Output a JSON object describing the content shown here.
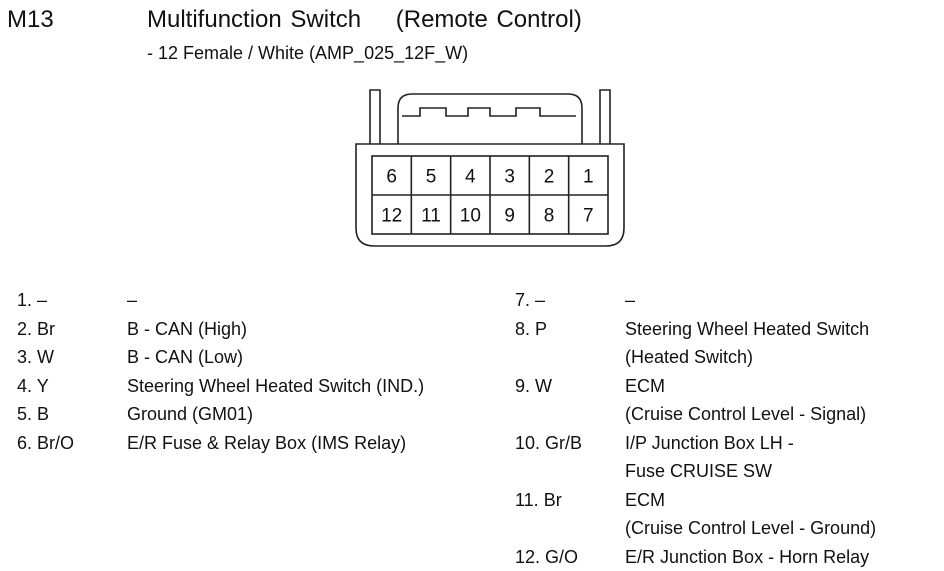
{
  "header": {
    "code": "M13",
    "title": "Multifunction Switch    (Remote Control)",
    "subtitle": "- 12 Female / White (AMP_025_12F_W)"
  },
  "connector": {
    "top_row": [
      "6",
      "5",
      "4",
      "3",
      "2",
      "1"
    ],
    "bottom_row": [
      "12",
      "11",
      "10",
      "9",
      "8",
      "7"
    ]
  },
  "pins_left": [
    {
      "num": "1. –",
      "lines": [
        "–"
      ]
    },
    {
      "num": "2. Br",
      "lines": [
        "B - CAN (High)"
      ]
    },
    {
      "num": "3. W",
      "lines": [
        "B - CAN (Low)"
      ]
    },
    {
      "num": "4. Y",
      "lines": [
        "Steering Wheel Heated Switch (IND.)"
      ]
    },
    {
      "num": "5. B",
      "lines": [
        "Ground (GM01)"
      ]
    },
    {
      "num": "6. Br/O",
      "lines": [
        "E/R Fuse & Relay Box (IMS Relay)"
      ]
    }
  ],
  "pins_right": [
    {
      "num": "7. –",
      "lines": [
        "–"
      ]
    },
    {
      "num": "8. P",
      "lines": [
        "Steering Wheel Heated Switch",
        "(Heated Switch)"
      ]
    },
    {
      "num": "9. W",
      "lines": [
        "ECM",
        "(Cruise Control Level - Signal)"
      ]
    },
    {
      "num": "10. Gr/B",
      "lines": [
        "I/P Junction Box LH -",
        "Fuse CRUISE SW"
      ]
    },
    {
      "num": "11. Br",
      "lines": [
        "ECM",
        "(Cruise Control Level - Ground)"
      ]
    },
    {
      "num": "12. G/O",
      "lines": [
        "E/R Junction Box - Horn Relay"
      ]
    }
  ]
}
